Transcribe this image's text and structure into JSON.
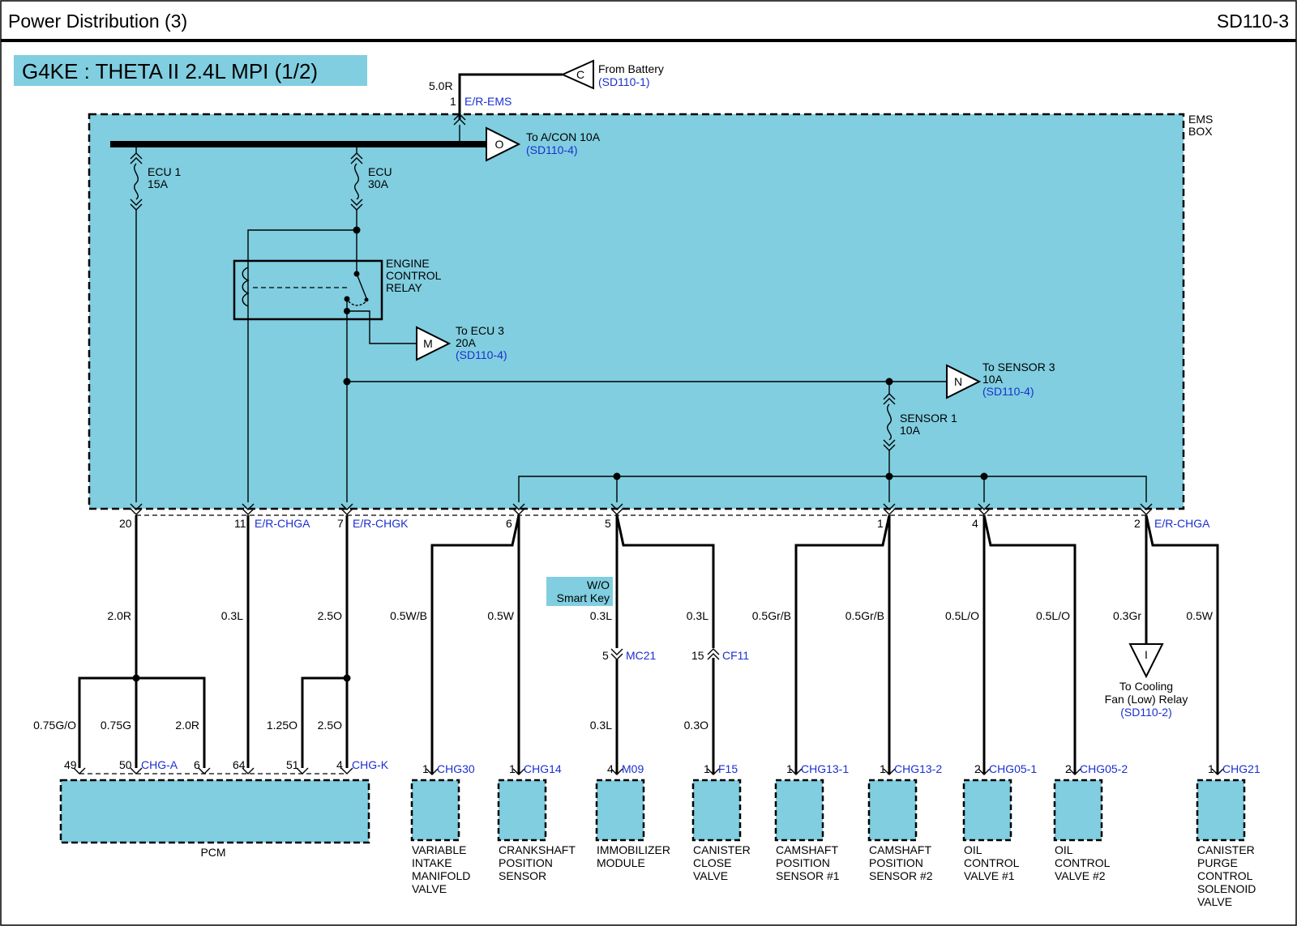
{
  "header": {
    "title": "Power Distribution (3)",
    "page_code": "SD110-3"
  },
  "engine_label": "G4KE : THETA II 2.4L MPI (1/2)",
  "colors": {
    "box_fill": "#80cee0",
    "ref_text": "#1a2fd0",
    "wire": "#000000"
  },
  "ems_box": {
    "line1": "EMS",
    "line2": "BOX"
  },
  "from_battery": {
    "connector_letter": "C",
    "label": "From Battery",
    "ref": "(SD110-1)",
    "wire": "5.0R",
    "pin": "1",
    "connector": "E/R-EMS"
  },
  "fuses": {
    "ecu1": {
      "name": "ECU 1",
      "rating": "15A"
    },
    "ecu": {
      "name": "ECU",
      "rating": "30A"
    },
    "sensor1": {
      "name": "SENSOR 1",
      "rating": "10A"
    }
  },
  "relay": {
    "line1": "ENGINE",
    "line2": "CONTROL",
    "line3": "RELAY"
  },
  "offpage": {
    "acon": {
      "letter": "O",
      "label": "To A/CON 10A",
      "ref": "(SD110-4)"
    },
    "ecu3": {
      "letter": "M",
      "label1": "To ECU 3",
      "label2": "20A",
      "ref": "(SD110-4)"
    },
    "sensor3": {
      "letter": "N",
      "label1": "To SENSOR 3",
      "label2": "10A",
      "ref": "(SD110-4)"
    },
    "cooling": {
      "letter": "I",
      "label1": "To Cooling",
      "label2": "Fan (Low) Relay",
      "ref": "(SD110-2)"
    }
  },
  "box_pins": {
    "p20": "20",
    "p11": "11",
    "p11_conn": "E/R-CHGA",
    "p7": "7",
    "p7_conn": "E/R-CHGK",
    "p6": "6",
    "p5": "5",
    "p1": "1",
    "p4": "4",
    "p2": "2",
    "p2_conn": "E/R-CHGA"
  },
  "wires": {
    "w20": "2.0R",
    "w11": "0.3L",
    "w7": "2.5O",
    "pcm_a": "0.75G/O",
    "pcm_b": "0.75G",
    "pcm_c": "2.0R",
    "pcm_d": "1.25O",
    "pcm_e": "2.5O",
    "vim": "0.5W/B",
    "crank": "0.5W",
    "immo_top": "0.3L",
    "ccv_top": "0.3L",
    "immo_bot": "0.3L",
    "ccv_bot": "0.3O",
    "cam1": "0.5Gr/B",
    "cam2": "0.5Gr/B",
    "ocv1": "0.5L/O",
    "ocv2": "0.5L/O",
    "cool": "0.3Gr",
    "purge": "0.5W"
  },
  "wo_smart_key": {
    "line1": "W/O",
    "line2": "Smart Key"
  },
  "inline": {
    "mc21_pin": "5",
    "mc21": "MC21",
    "cf11_pin": "15",
    "cf11": "CF11"
  },
  "pcm": {
    "name": "PCM",
    "pins": [
      "49",
      "50",
      "6",
      "64",
      "51",
      "4"
    ],
    "conn_a": "CHG-A",
    "conn_k": "CHG-K"
  },
  "components": [
    {
      "pin": "1",
      "conn": "CHG30",
      "lines": [
        "VARIABLE",
        "INTAKE",
        "MANIFOLD",
        "VALVE"
      ]
    },
    {
      "pin": "1",
      "conn": "CHG14",
      "lines": [
        "CRANKSHAFT",
        "POSITION",
        "SENSOR"
      ]
    },
    {
      "pin": "4",
      "conn": "M09",
      "lines": [
        "IMMOBILIZER",
        "MODULE"
      ]
    },
    {
      "pin": "1",
      "conn": "F15",
      "lines": [
        "CANISTER",
        "CLOSE",
        "VALVE"
      ]
    },
    {
      "pin": "1",
      "conn": "CHG13-1",
      "lines": [
        "CAMSHAFT",
        "POSITION",
        "SENSOR #1"
      ]
    },
    {
      "pin": "1",
      "conn": "CHG13-2",
      "lines": [
        "CAMSHAFT",
        "POSITION",
        "SENSOR #2"
      ]
    },
    {
      "pin": "2",
      "conn": "CHG05-1",
      "lines": [
        "OIL",
        "CONTROL",
        "VALVE #1"
      ]
    },
    {
      "pin": "2",
      "conn": "CHG05-2",
      "lines": [
        "OIL",
        "CONTROL",
        "VALVE #2"
      ]
    },
    {
      "pin": "1",
      "conn": "CHG21",
      "lines": [
        "CANISTER",
        "PURGE",
        "CONTROL",
        "SOLENOID",
        "VALVE"
      ]
    }
  ]
}
